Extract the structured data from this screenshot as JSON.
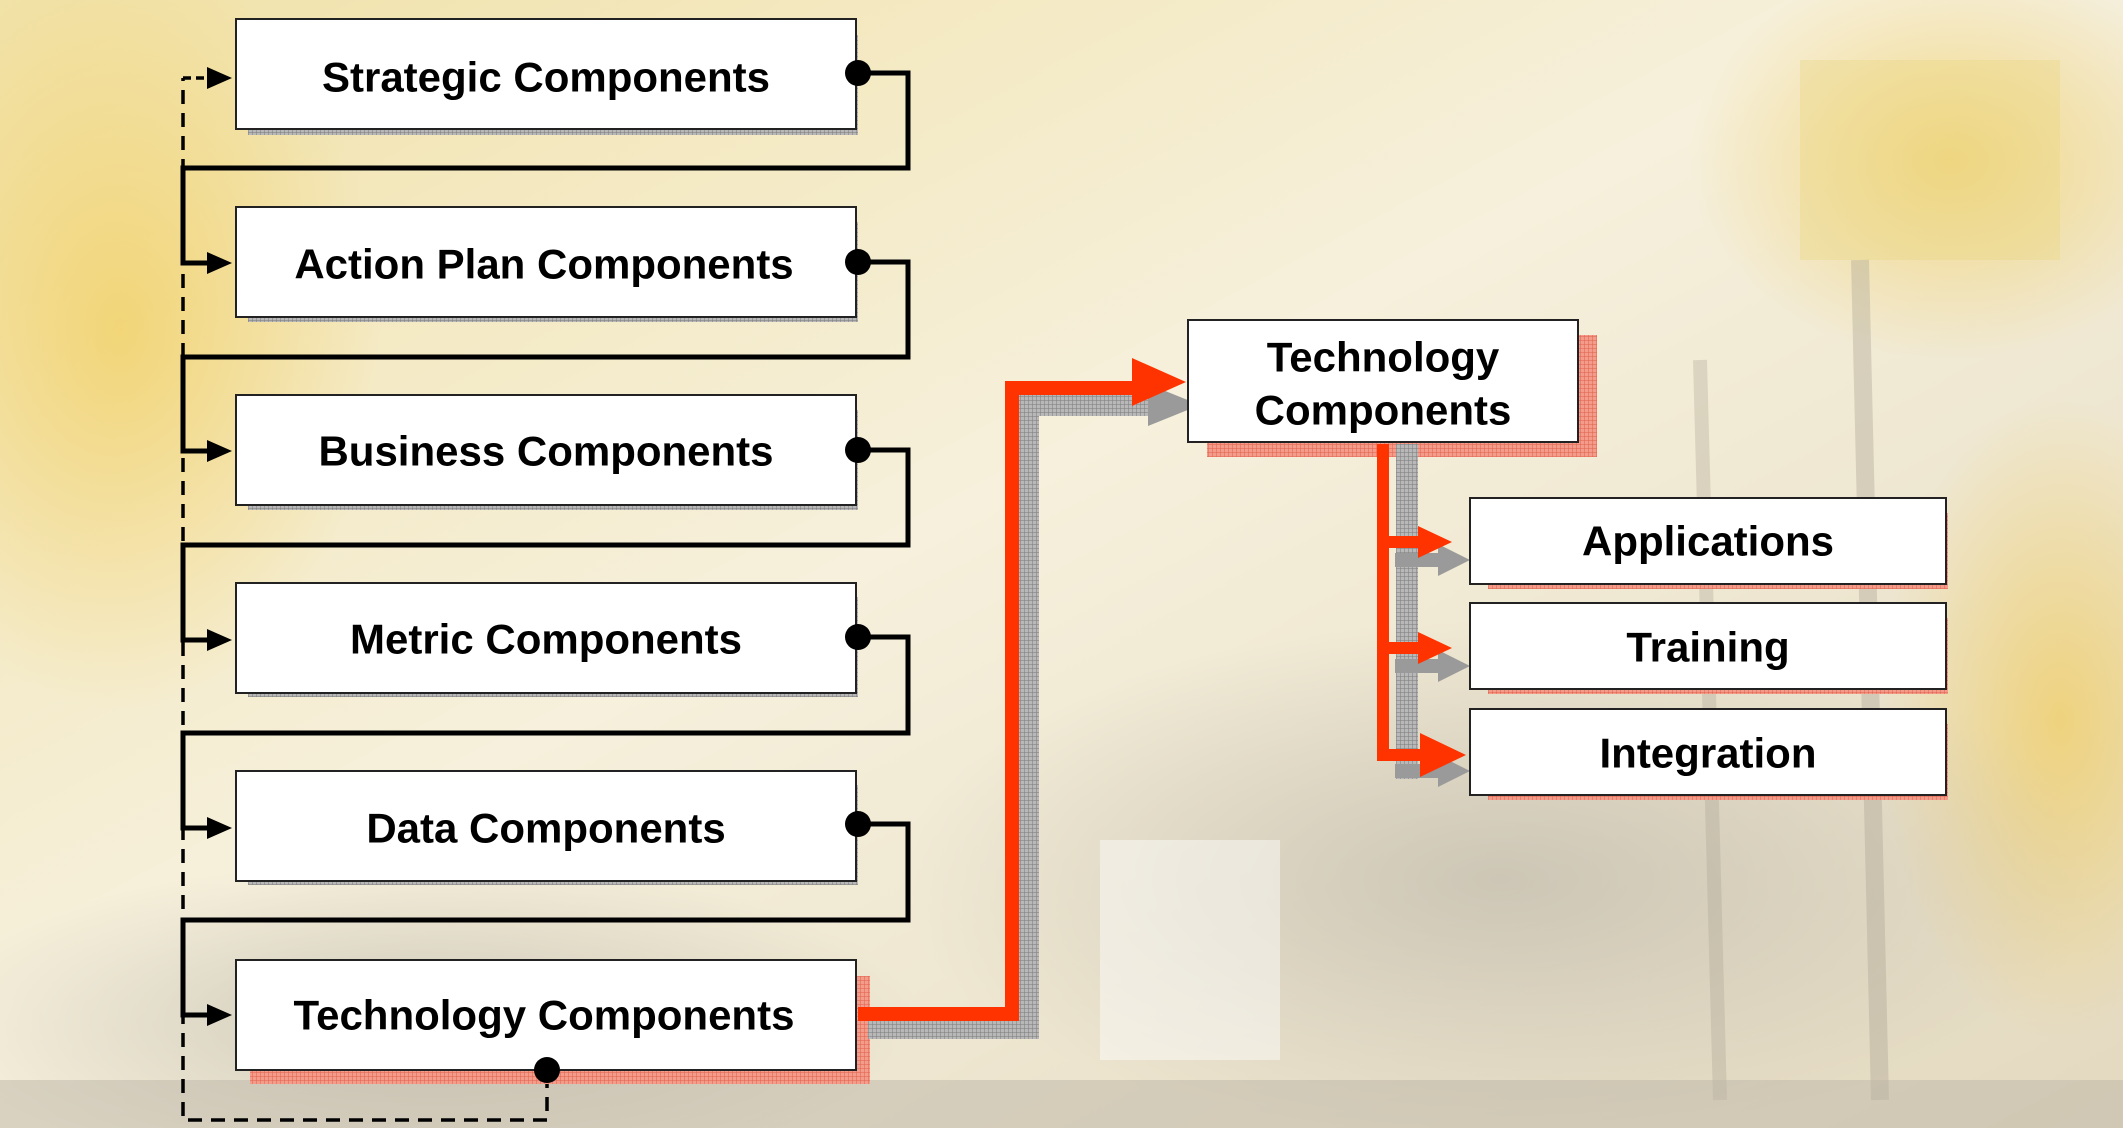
{
  "left_column": {
    "boxes": [
      {
        "label": "Strategic Components"
      },
      {
        "label": "Action Plan Components"
      },
      {
        "label": "Business Components"
      },
      {
        "label": "Metric Components"
      },
      {
        "label": "Data Components"
      },
      {
        "label": "Technology Components"
      }
    ]
  },
  "detail": {
    "title_line1": "Technology",
    "title_line2": "Components",
    "children": [
      {
        "label": "Applications"
      },
      {
        "label": "Training"
      },
      {
        "label": "Integration"
      }
    ]
  },
  "colors": {
    "box_fill": "#ffffff",
    "box_border": "#222222",
    "connector": "#000000",
    "highlight": "#ff3300",
    "highlight_shadow": "#f08070",
    "gray_shadow": "#9a9a9a"
  }
}
